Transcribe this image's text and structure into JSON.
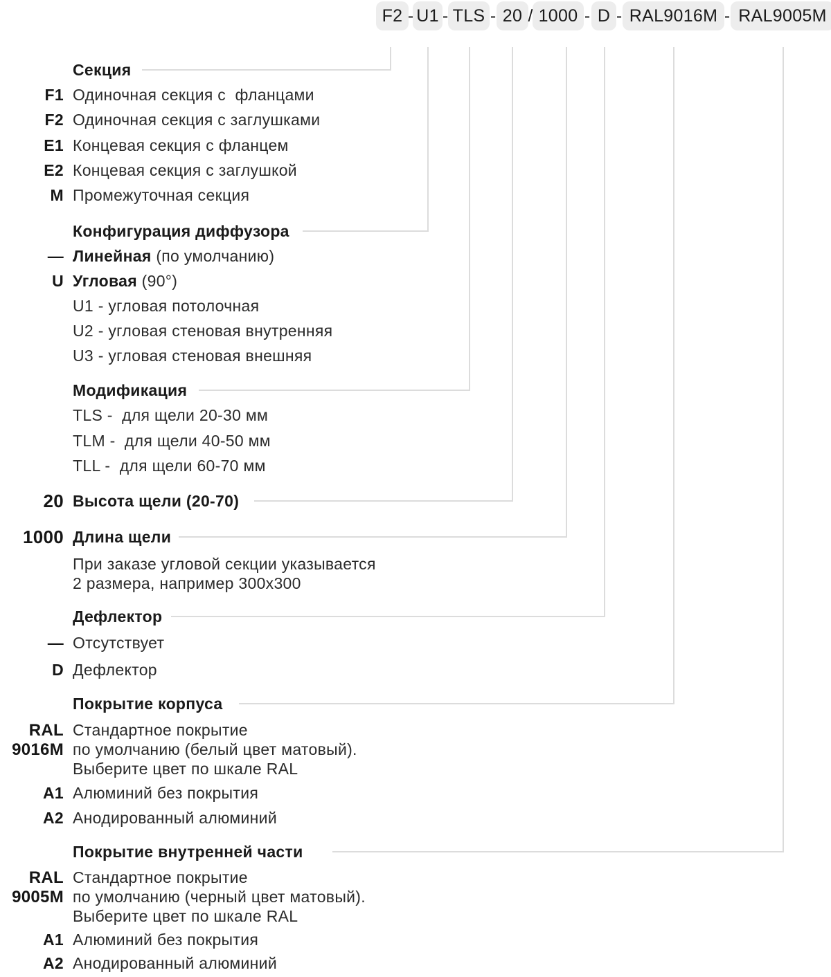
{
  "product_code": {
    "segments": [
      "F2",
      "U1",
      "TLS",
      "20",
      "1000",
      "D",
      "RAL9016M",
      "RAL9005M"
    ],
    "separators": [
      "-",
      "-",
      "-",
      "/",
      "-",
      "-",
      "-"
    ]
  },
  "sections": {
    "section": {
      "title": "Секция",
      "items": [
        {
          "code": "F1",
          "text": "Одиночная секция с  фланцами"
        },
        {
          "code": "F2",
          "text": "Одиночная секция с заглушками"
        },
        {
          "code": "E1",
          "text": "Концевая секция с фланцем"
        },
        {
          "code": "E2",
          "text": "Концевая секция с заглушкой"
        },
        {
          "code": "M",
          "text": "Промежуточная секция"
        }
      ]
    },
    "diffuser_config": {
      "title": "Конфигурация диффузора",
      "items": [
        {
          "code": "—",
          "text_bold": "Линейная",
          "text": " (по умолчанию)"
        },
        {
          "code": "U",
          "text_bold": "Угловая",
          "text": " (90°)"
        },
        {
          "code": "",
          "text": "U1 - угловая потолочная"
        },
        {
          "code": "",
          "text": "U2 - угловая стеновая внутренняя"
        },
        {
          "code": "",
          "text": "U3 - угловая стеновая внешняя"
        }
      ]
    },
    "modification": {
      "title": "Модификация",
      "items": [
        {
          "text": "TLS -  для щели 20-30 мм"
        },
        {
          "text": "TLM -  для щели 40-50 мм"
        },
        {
          "text": "TLL -  для щели 60-70 мм"
        }
      ]
    },
    "slot_height": {
      "code": "20",
      "title": "Высота щели (20-70)"
    },
    "slot_length": {
      "code": "1000",
      "title": "Длина щели",
      "note_line1": "При заказе угловой секции указывается",
      "note_line2": "2 размера, например 300х300"
    },
    "deflector": {
      "title": "Дефлектор",
      "items": [
        {
          "code": "—",
          "text": "Отсутствует"
        },
        {
          "code": "D",
          "text": "Дефлектор"
        }
      ]
    },
    "body_coating": {
      "title": "Покрытие корпуса",
      "ral_code_line1": "RAL",
      "ral_code_line2": "9016M",
      "ral_line1": "Стандартное покрытие",
      "ral_line2": "по умолчанию (белый цвет матовый).",
      "ral_line3": "Выберите цвет по шкале RAL",
      "items": [
        {
          "code": "A1",
          "text": "Алюминий без покрытия"
        },
        {
          "code": "A2",
          "text": "Анодированный алюминий"
        }
      ]
    },
    "inner_coating": {
      "title": "Покрытие внутренней части",
      "ral_code_line1": "RAL",
      "ral_code_line2": "9005M",
      "ral_line1": "Стандартное покрытие",
      "ral_line2": "по умолчанию (черный цвет матовый).",
      "ral_line3": "Выберите цвет по шкале RAL",
      "items": [
        {
          "code": "A1",
          "text": "Алюминий без покрытия"
        },
        {
          "code": "A2",
          "text": "Анодированный алюминий"
        }
      ]
    }
  },
  "colors": {
    "box_background": "#ededed",
    "connector_line": "#dcdcdc",
    "text": "#2b2b2b",
    "code_text": "#161616"
  }
}
